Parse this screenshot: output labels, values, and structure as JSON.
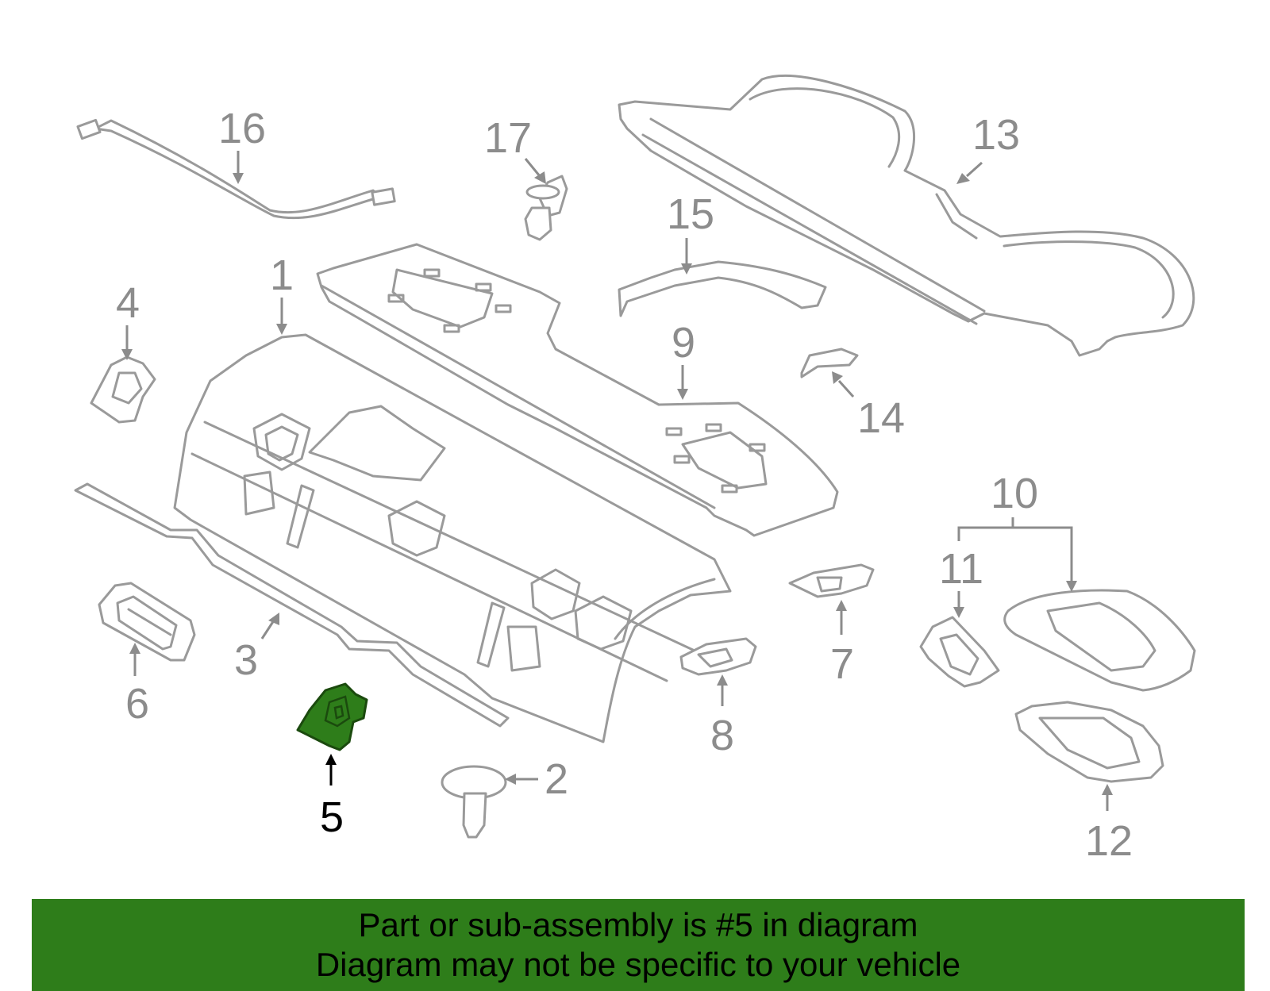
{
  "diagram": {
    "callouts": {
      "c1": "1",
      "c2": "2",
      "c3": "3",
      "c4": "4",
      "c5": "5",
      "c6": "6",
      "c7": "7",
      "c8": "8",
      "c9": "9",
      "c10": "10",
      "c11": "11",
      "c12": "12",
      "c13": "13",
      "c14": "14",
      "c15": "15",
      "c16": "16",
      "c17": "17"
    },
    "highlighted_part": "5",
    "highlight_color": "#2e7d1a",
    "line_color": "#9a9a9a"
  },
  "banner": {
    "line1": "Part or sub-assembly is #5 in diagram",
    "line2": "Diagram may not be specific to your vehicle",
    "background": "#2e7d1a"
  }
}
